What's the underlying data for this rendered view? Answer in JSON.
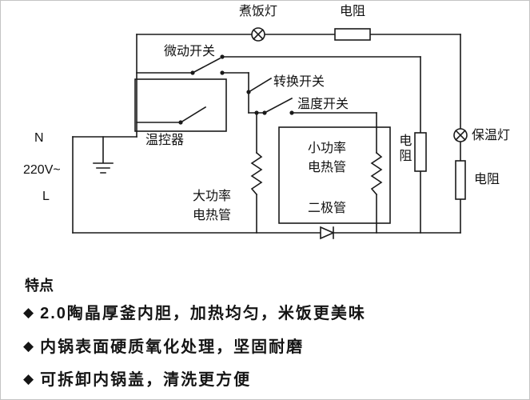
{
  "diagram": {
    "labels": {
      "cook_lamp": "煮饭灯",
      "top_resistor": "电阻",
      "micro_switch": "微动开关",
      "transfer_switch": "转换开关",
      "temp_switch": "温度开关",
      "thermostat": "温控器",
      "line_n": "N",
      "voltage": "220V~",
      "line_l": "L",
      "high_power_line1": "大功率",
      "high_power_line2": "电热管",
      "low_power_line1": "小功率",
      "low_power_line2": "电热管",
      "mid_resistor": "电阻",
      "diode": "二极管",
      "warm_lamp": "保温灯",
      "right_resistor": "电阻"
    }
  },
  "features": {
    "title": "特点",
    "bullet": "◆",
    "items": [
      "2.0陶晶厚釜内胆，加热均匀，米饭更美味",
      "内锅表面硬质氧化处理，坚固耐磨",
      "可拆卸内锅盖，清洗更方便"
    ]
  }
}
